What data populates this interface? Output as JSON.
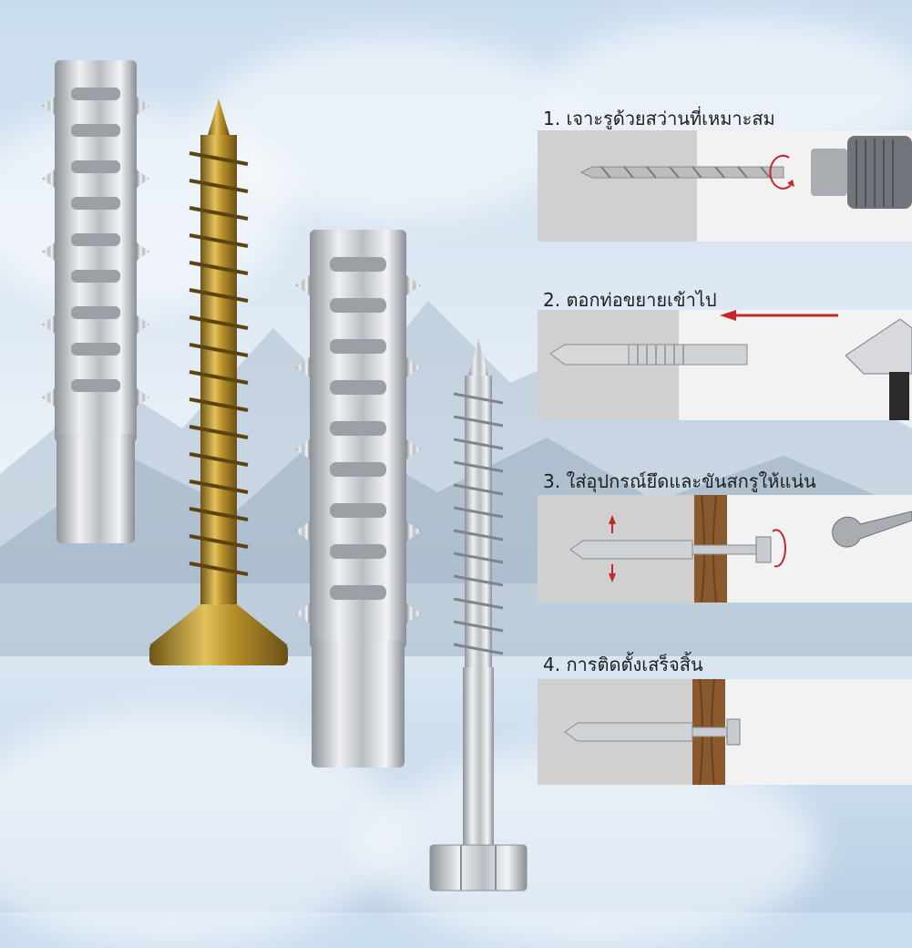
{
  "steps": [
    {
      "label": "1. เจาะรูด้วยสว่านที่เหมาะสม",
      "icon": "drill-icon"
    },
    {
      "label": "2. ตอกท่อขยายเข้าไป",
      "icon": "hammer-icon"
    },
    {
      "label": "3. ใส่อุปกรณ์ยึดและขันสกรูให้แน่น",
      "icon": "wrench-icon"
    },
    {
      "label": "4. การติดตั้งเสร็จสิ้น",
      "icon": "installed-bolt-icon"
    }
  ],
  "colors": {
    "wall": "#d0d0d0",
    "wood": "#8a5a2e",
    "arrow_red": "#c0282a",
    "gold_screw": "#b8902a",
    "silver": "#c8ccd0"
  }
}
